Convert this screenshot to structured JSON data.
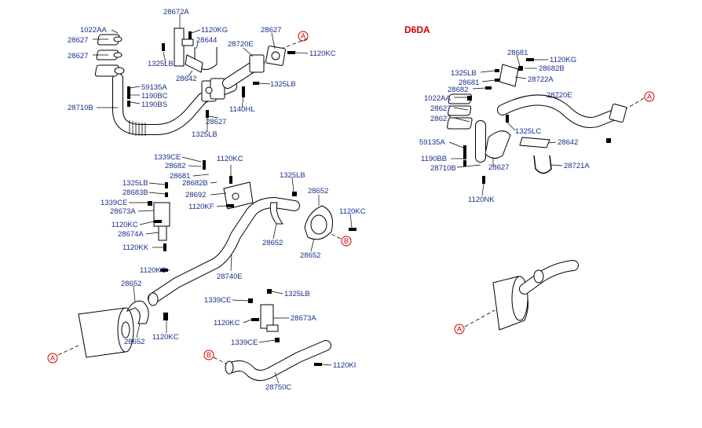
{
  "variant_title": "D6DA",
  "reference_markers": [
    "A",
    "B"
  ],
  "colors": {
    "label": "#1a2f8a",
    "marker": "#d40000",
    "line": "#000000"
  },
  "labels": {
    "l_28672A": "28672A",
    "l_1120KG_a": "1120KG",
    "l_28644": "28644",
    "l_1022AA_a": "1022AA",
    "l_28627_a": "28627",
    "l_28627_b": "28627",
    "l_1325LB_a": "1325LB",
    "l_28642_a": "28642",
    "l_28720E_a": "28720E",
    "l_28627_c": "28627",
    "l_1120KC_a": "1120KC",
    "l_1325LB_b": "1325LB",
    "l_59135A_a": "59135A",
    "l_1190BC": "1190BC",
    "l_1190BS": "1190BS",
    "l_28710B": "28710B",
    "l_1140HL": "1140HL",
    "l_28627_d": "28627",
    "l_1325LB_c": "1325LB",
    "l_1339CE_a": "1339CE",
    "l_28682_a": "28682",
    "l_1120KC_b": "1120KC",
    "l_28681_a": "28681",
    "l_28682B_a": "28682B",
    "l_1325LB_d": "1325LB",
    "l_28683B": "28683B",
    "l_28692": "28692",
    "l_1339CE_b": "1339CE",
    "l_28673A_a": "28673A",
    "l_1120KF": "1120KF",
    "l_1325LB_e": "1325LB",
    "l_28652_a": "28652",
    "l_1120KC_c": "1120KC",
    "l_1120KC_d": "1120KC",
    "l_28674A": "28674A",
    "l_1120KK": "1120KK",
    "l_28652_b": "28652",
    "l_28652_c": "28652",
    "l_1120KC_e": "1120KC",
    "l_28740E": "28740E",
    "l_28652_d": "28652",
    "l_1339CE_c": "1339CE",
    "l_1325LB_f": "1325LB",
    "l_28673A_b": "28673A",
    "l_1120KC_f": "1120KC",
    "l_1339CE_d": "1339CE",
    "l_28652_e": "28652",
    "l_1120KC_g": "1120KC",
    "l_1120KI": "1120KI",
    "l_28750C": "28750C",
    "l_28681_b": "28681",
    "l_1120KG_b": "1120KG",
    "l_1325LB_g": "1325LB",
    "l_28682B_b": "28682B",
    "l_28681_c": "28681",
    "l_28722A": "28722A",
    "l_28682_b": "28682",
    "l_28720E_b": "28720E",
    "l_1022AA_b": "1022AA",
    "l_28627_e": "28627",
    "l_28627_f": "28627",
    "l_1325LC": "1325LC",
    "l_59135A_b": "59135A",
    "l_28642_b": "28642",
    "l_1190BB": "1190BB",
    "l_28710B_b": "28710B",
    "l_28627_g": "28627",
    "l_28721A": "28721A",
    "l_1120NK": "1120NK"
  }
}
